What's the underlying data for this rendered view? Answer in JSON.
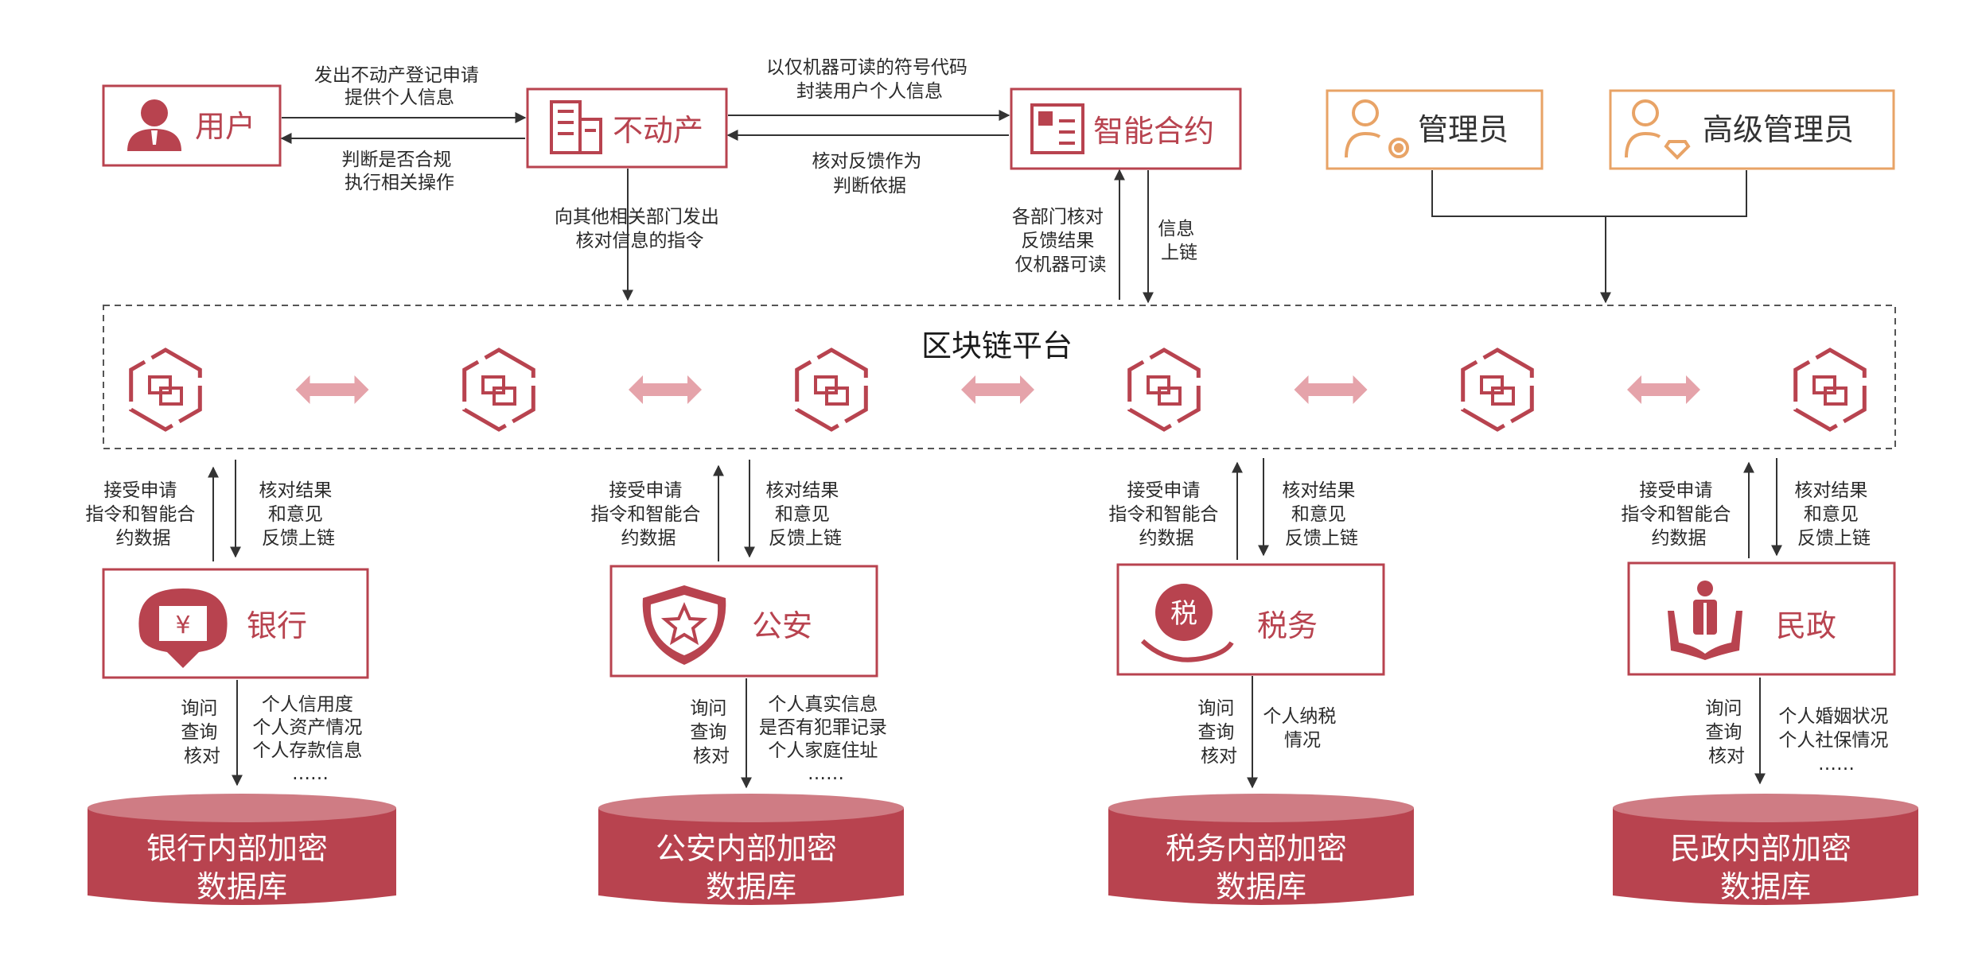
{
  "colors": {
    "accent": "#b8434f",
    "accent_light": "#e5a3aa",
    "db_top": "#cf7c84",
    "manager": "#e8a366",
    "line": "#333333"
  },
  "nodes": {
    "user": "用户",
    "realestate": "不动产",
    "contract": "智能合约",
    "admin": "管理员",
    "senior_admin": "高级管理员",
    "bank": "银行",
    "police": "公安",
    "tax": "税务",
    "civil": "民政"
  },
  "icons": {
    "user": "user-icon",
    "realestate": "building-icon",
    "contract": "document-icon",
    "admin": "user-gear-icon",
    "senior_admin": "user-diamond-icon",
    "bank": "yen-bank-icon",
    "police": "shield-star-icon",
    "tax": "tax-hand-icon",
    "civil": "people-hands-icon",
    "block": "hexagon-block-icon"
  },
  "top": {
    "user_to_re": [
      "发出不动产登记申请",
      "提供个人信息"
    ],
    "re_to_user": [
      "判断是否合规",
      "执行相关操作"
    ],
    "re_to_contract": [
      "以仅机器可读的符号代码",
      "封装用户个人信息"
    ],
    "contract_to_re": [
      "核对反馈作为",
      "判断依据"
    ],
    "re_down": [
      "向其他相关部门发出",
      "核对信息的指令"
    ],
    "platform_up": [
      "各部门核对",
      "反馈结果",
      "仅机器可读"
    ],
    "contract_down": [
      "信息",
      "上链"
    ]
  },
  "platform": {
    "title": "区块链平台"
  },
  "departments": [
    {
      "up": [
        "接受申请",
        "指令和智能合",
        "约数据"
      ],
      "down": [
        "核对结果",
        "和意见",
        "反馈上链"
      ],
      "query": [
        "询问",
        "查询",
        "核对"
      ],
      "info": [
        "个人信用度",
        "个人资产情况",
        "个人存款信息",
        "……"
      ],
      "db": [
        "银行内部加密",
        "数据库"
      ]
    },
    {
      "up": [
        "接受申请",
        "指令和智能合",
        "约数据"
      ],
      "down": [
        "核对结果",
        "和意见",
        "反馈上链"
      ],
      "query": [
        "询问",
        "查询",
        "核对"
      ],
      "info": [
        "个人真实信息",
        "是否有犯罪记录",
        "个人家庭住址",
        "……"
      ],
      "db": [
        "公安内部加密",
        "数据库"
      ]
    },
    {
      "up": [
        "接受申请",
        "指令和智能合",
        "约数据"
      ],
      "down": [
        "核对结果",
        "和意见",
        "反馈上链"
      ],
      "query": [
        "询问",
        "查询",
        "核对"
      ],
      "info": [
        "个人纳税",
        "情况"
      ],
      "db": [
        "税务内部加密",
        "数据库"
      ]
    },
    {
      "up": [
        "接受申请",
        "指令和智能合",
        "约数据"
      ],
      "down": [
        "核对结果",
        "和意见",
        "反馈上链"
      ],
      "query": [
        "询问",
        "查询",
        "核对"
      ],
      "info": [
        "个人婚姻状况",
        "个人社保情况",
        "……"
      ],
      "db": [
        "民政内部加密",
        "数据库"
      ]
    }
  ]
}
